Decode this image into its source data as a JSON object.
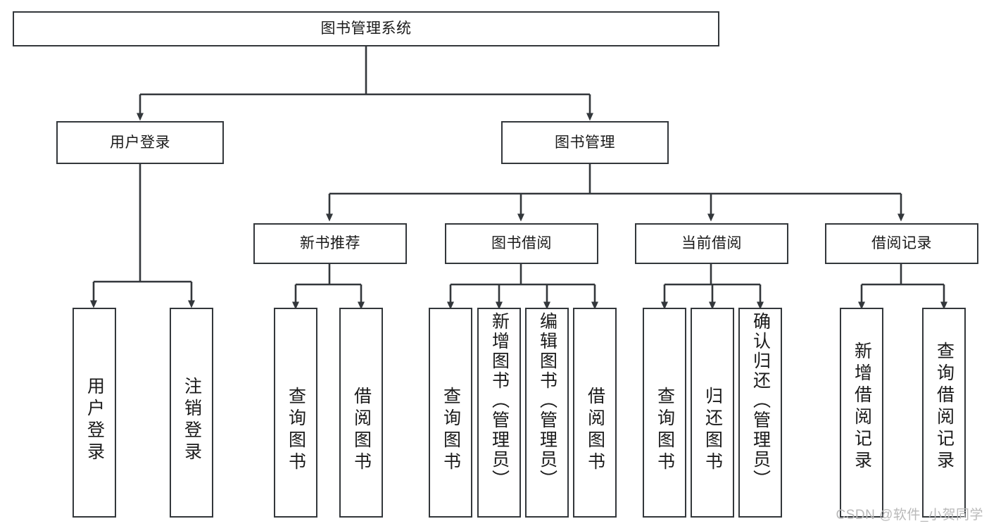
{
  "diagram": {
    "title": "图书管理系统",
    "type": "tree-hierarchy-diagram",
    "colors": {
      "box_border": "#33373b",
      "box_fill": "#ffffff",
      "connector": "#33373b",
      "text": "#1a1a1a",
      "watermark": "#b9b9b9",
      "background": "#ffffff"
    },
    "root": {
      "label": "图书管理系统"
    },
    "level2": [
      {
        "label": "用户登录"
      },
      {
        "label": "图书管理"
      }
    ],
    "level3": [
      {
        "label": "新书推荐"
      },
      {
        "label": "图书借阅"
      },
      {
        "label": "当前借阅"
      },
      {
        "label": "借阅记录"
      }
    ],
    "leaves": {
      "user_login": [
        {
          "label": "用户登录"
        },
        {
          "label": "注销登录"
        }
      ],
      "new_book_recommend": [
        {
          "label": "查询图书"
        },
        {
          "label": "借阅图书"
        }
      ],
      "book_borrow": [
        {
          "label": "查询图书"
        },
        {
          "label": "新增图书（管理员）"
        },
        {
          "label": "编辑图书（管理员）"
        },
        {
          "label": "借阅图书"
        }
      ],
      "current_borrow": [
        {
          "label": "查询图书"
        },
        {
          "label": "归还图书"
        },
        {
          "label": "确认归还（管理员）"
        }
      ],
      "borrow_record": [
        {
          "label": "新增借阅记录"
        },
        {
          "label": "查询借阅记录"
        }
      ]
    },
    "watermark": "CSDN @软件_小贺同学"
  }
}
